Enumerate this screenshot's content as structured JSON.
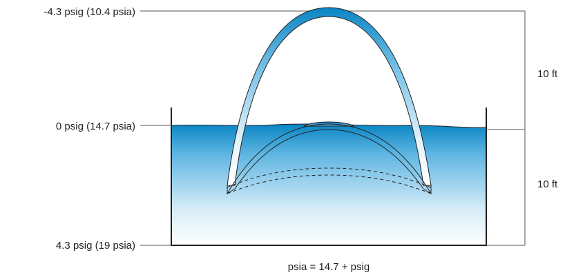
{
  "levels": {
    "top": "-4.3 psig (10.4 psia)",
    "surface": "0 psig (14.7 psia)",
    "bottom": "4.3 psig (19 psia)"
  },
  "heights": {
    "upper": "10 ft",
    "lower": "10 ft"
  },
  "formula": "psia = 14.7 + psig",
  "colors": {
    "water_top": "#0a85c4",
    "water_bottom": "#ffffff",
    "line": "#231f20"
  }
}
